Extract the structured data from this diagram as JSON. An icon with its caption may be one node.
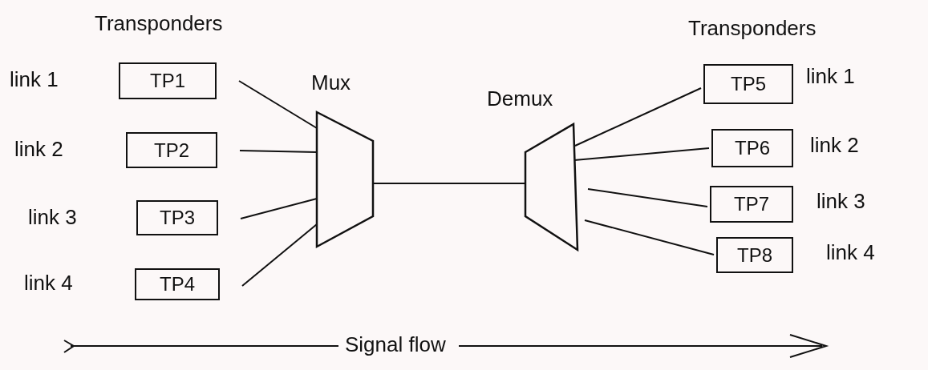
{
  "diagram": {
    "nodes": [
      {
        "text": [
          "TP1"
        ],
        "beside": [
          "link 1"
        ]
      },
      {
        "text": [
          "TP2"
        ],
        "beside": [
          "link 2"
        ]
      },
      {
        "text": [
          "TP3"
        ],
        "beside": [
          "link 3"
        ]
      },
      {
        "text": [
          "TP4"
        ],
        "beside": [
          "link 4"
        ]
      },
      {
        "text": [
          "Mux"
        ]
      },
      {
        "text": [
          "Demux"
        ]
      },
      {
        "text": [
          "TP5"
        ],
        "beside": [
          "link 1"
        ]
      },
      {
        "text": [
          "TP6"
        ],
        "beside": [
          "link 2"
        ]
      },
      {
        "text": [
          "TP7"
        ],
        "beside": [
          "link 3"
        ]
      },
      {
        "text": [
          "TP8"
        ],
        "beside": [
          "link 4"
        ]
      }
    ],
    "edges": [
      {
        "from": 0,
        "to": 4,
        "arrow": "none"
      },
      {
        "from": 1,
        "to": 4,
        "arrow": "none"
      },
      {
        "from": 2,
        "to": 4,
        "arrow": "none"
      },
      {
        "from": 3,
        "to": 4,
        "arrow": "none"
      },
      {
        "from": 4,
        "to": 5,
        "arrow": "none"
      },
      {
        "from": 5,
        "to": 6,
        "arrow": "none"
      },
      {
        "from": 5,
        "to": 7,
        "arrow": "none"
      },
      {
        "from": 5,
        "to": 8,
        "arrow": "none"
      },
      {
        "from": 5,
        "to": 9,
        "arrow": "none"
      }
    ],
    "labels": [
      "Transponders",
      "Transponders",
      "Signal flow"
    ]
  }
}
